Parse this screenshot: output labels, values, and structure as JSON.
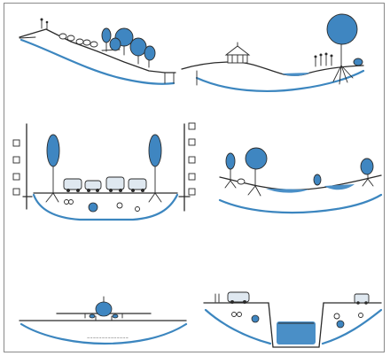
{
  "image": {
    "panels": [
      {
        "id": "slope-embankment",
        "position_name": "top-left"
      },
      {
        "id": "pavilion-pond",
        "position_name": "top-right"
      },
      {
        "id": "street-canyon",
        "position_name": "middle-left"
      },
      {
        "id": "wetland-trees",
        "position_name": "middle-right"
      },
      {
        "id": "airport-apron",
        "position_name": "bottom-left"
      },
      {
        "id": "canal-trench",
        "position_name": "bottom-right"
      }
    ],
    "colors": {
      "water_blue": "#3f86c1",
      "line_blue": "#3c86bf",
      "ink": "#2a2a2a",
      "frame": "#8a8a8a"
    }
  }
}
